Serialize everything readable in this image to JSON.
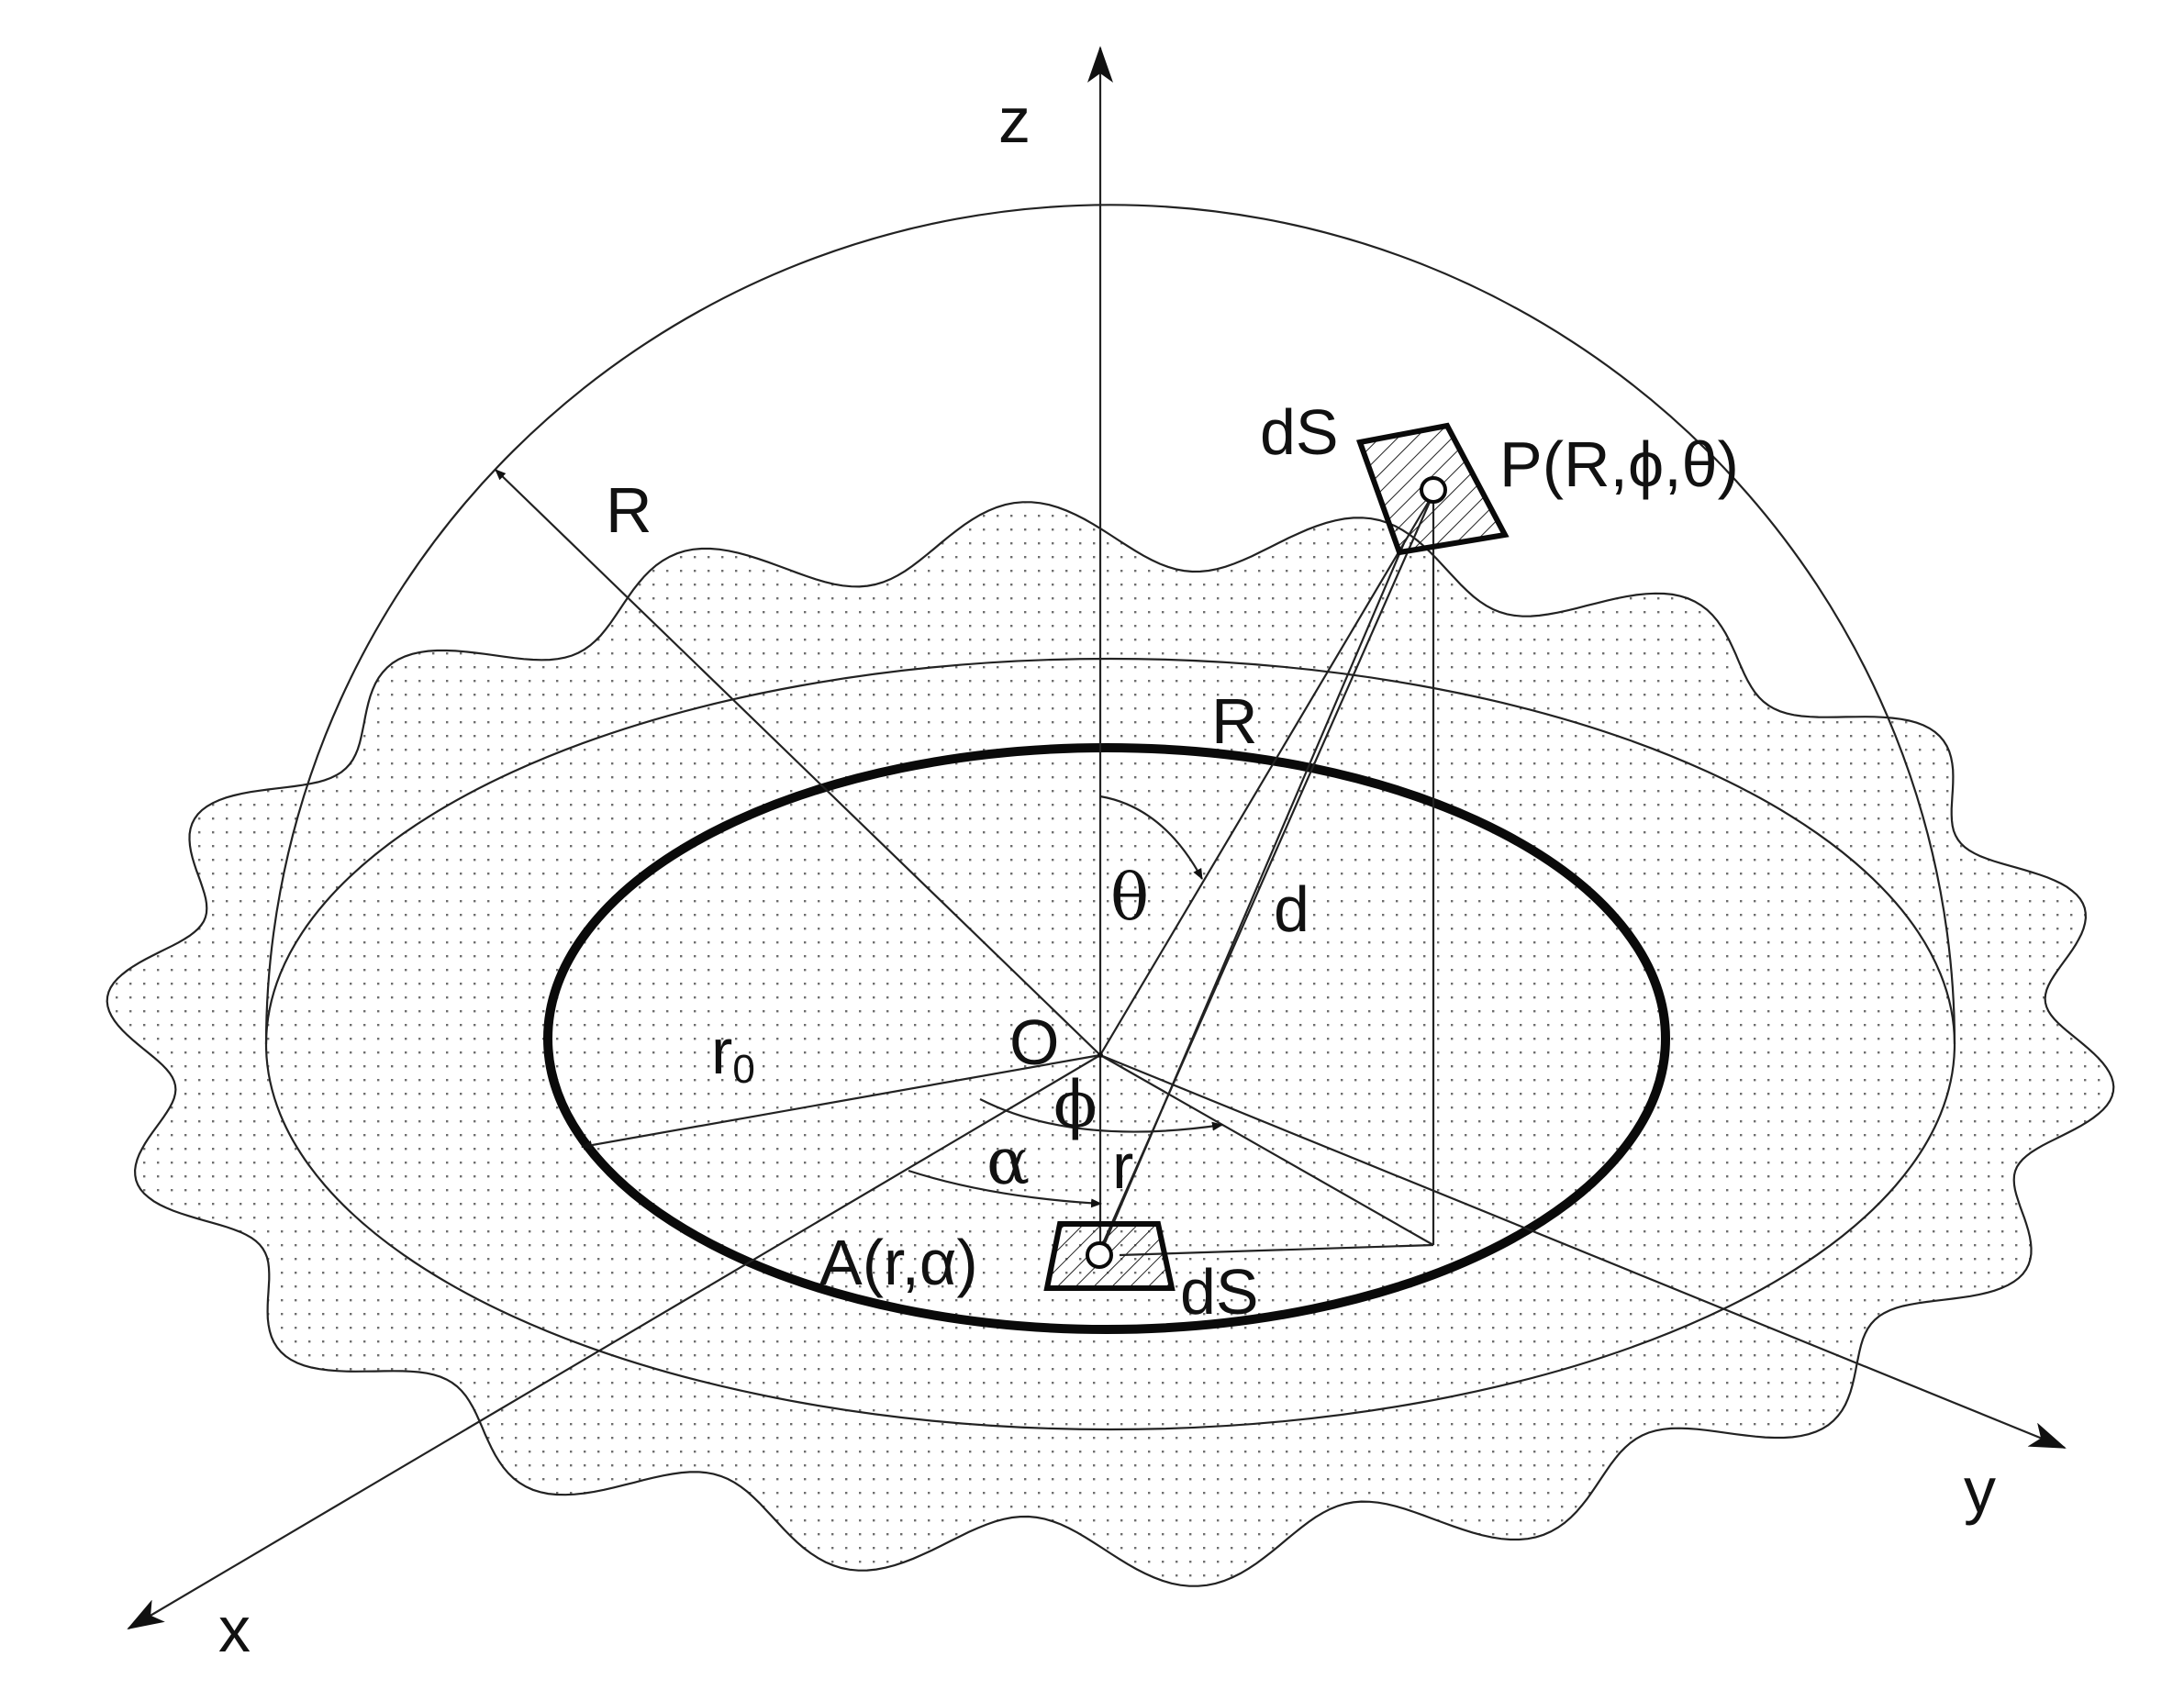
{
  "labels": {
    "z_axis": "z",
    "x_axis": "x",
    "y_axis": "y",
    "origin": "O",
    "hemisphere_radius": "R",
    "inner_radius": "R",
    "source_radius_main": "r",
    "source_radius_sub": "0",
    "theta": "θ",
    "phi": "ϕ",
    "alpha": "α",
    "r": "r",
    "d": "d",
    "ds_top": "dS",
    "ds_bottom": "dS",
    "point_p": "P(R,ϕ,θ)",
    "point_a": "A(r,α)"
  },
  "colors": {
    "ink": "#111111",
    "dots": "#6e6e6e",
    "background": "#ffffff"
  }
}
